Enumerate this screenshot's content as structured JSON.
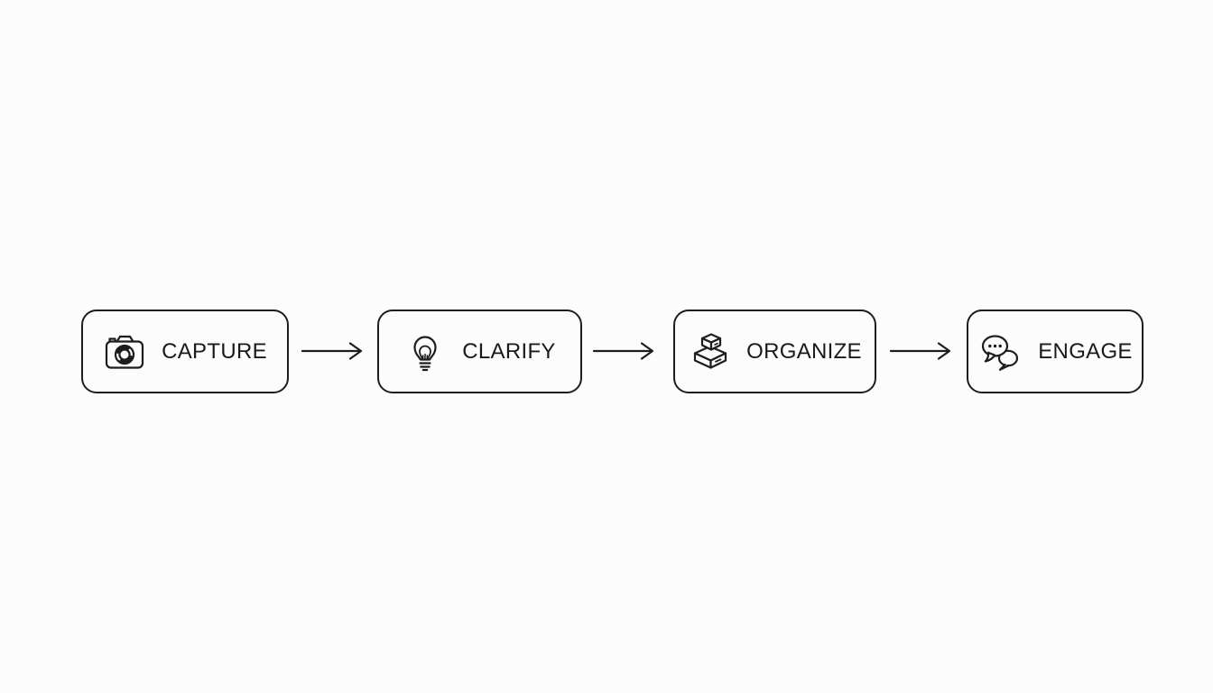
{
  "page": {
    "background_color": "#fcfcfc"
  },
  "diagram": {
    "type": "horizontal-flow",
    "style": {
      "box_border_color": "#1d1d1d",
      "text_color": "#1a1a1a",
      "arrow_color": "#1d1d1d"
    },
    "steps": [
      {
        "label": "CAPTURE",
        "icon": "camera-icon"
      },
      {
        "label": "CLARIFY",
        "icon": "lightbulb-icon"
      },
      {
        "label": "ORGANIZE",
        "icon": "stacked-boxes-icon"
      },
      {
        "label": "ENGAGE",
        "icon": "chat-bubbles-icon"
      }
    ],
    "connectors": [
      {
        "type": "arrow-right",
        "from": "CAPTURE",
        "to": "CLARIFY"
      },
      {
        "type": "arrow-right",
        "from": "CLARIFY",
        "to": "ORGANIZE"
      },
      {
        "type": "arrow-right",
        "from": "ORGANIZE",
        "to": "ENGAGE"
      }
    ]
  }
}
